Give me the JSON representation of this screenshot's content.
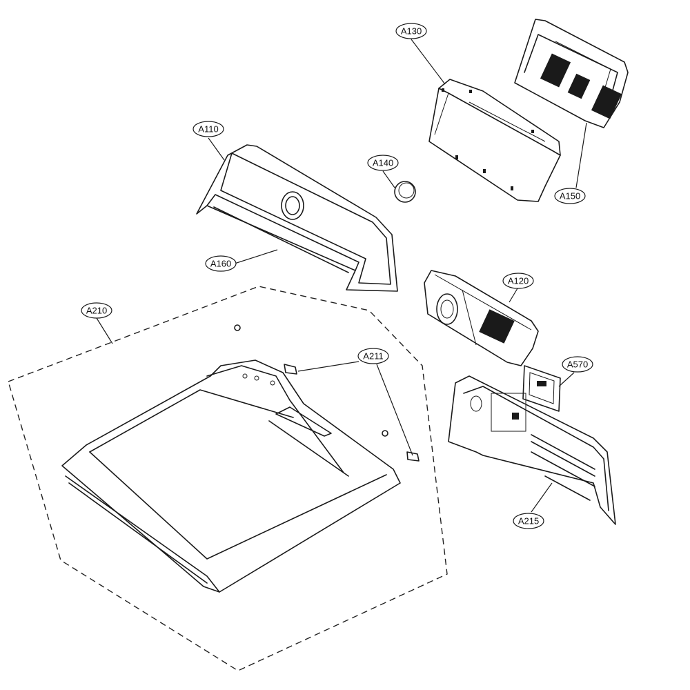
{
  "diagram": {
    "labels": {
      "A110": "A110",
      "A120": "A120",
      "A130": "A130",
      "A140": "A140",
      "A150": "A150",
      "A160": "A160",
      "A210": "A210",
      "A211": "A211",
      "A215": "A215",
      "A570": "A570"
    },
    "colors": {
      "line": "#1a1a1a",
      "background": "#ffffff"
    }
  }
}
